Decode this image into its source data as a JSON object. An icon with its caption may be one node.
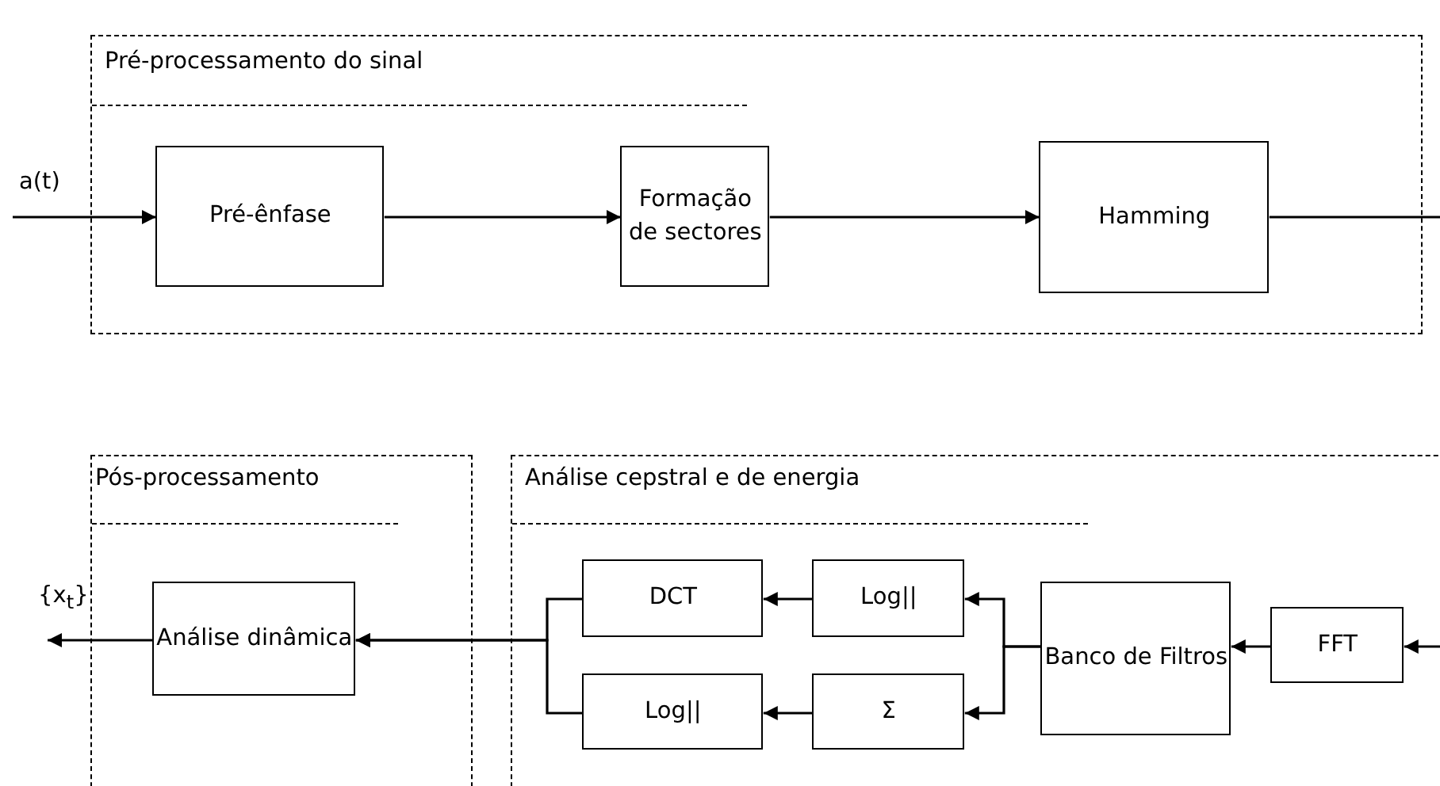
{
  "diagram": {
    "nodes": [
      {
        "text": [
          "Pré-processamento do sinal"
        ]
      },
      {
        "text": [
          "Pré-ênfase"
        ],
        "in": 0
      },
      {
        "text": [
          "Formação de sectores"
        ],
        "in": 0
      },
      {
        "text": [
          "Hamming"
        ],
        "in": 0
      },
      {
        "text": [
          "Pós-processamento"
        ]
      },
      {
        "text": [
          "Análise dinâmica"
        ],
        "in": 4
      },
      {
        "text": [
          "Análise cepstral e de energia"
        ]
      },
      {
        "text": [
          "DCT"
        ],
        "in": 6
      },
      {
        "text": [
          "Log||"
        ],
        "in": 6
      },
      {
        "text": [
          "Log||"
        ],
        "in": 6
      },
      {
        "text": [
          "Σ"
        ],
        "in": 6
      },
      {
        "text": [
          "Banco de Filtros"
        ],
        "in": 6
      },
      {
        "text": [
          "FFT"
        ],
        "in": 6
      }
    ],
    "edges": [
      {
        "from": null,
        "to": 1,
        "arrow": "to",
        "label": "a(t)"
      },
      {
        "from": 1,
        "to": 2,
        "arrow": "to"
      },
      {
        "from": 2,
        "to": 3,
        "arrow": "to"
      },
      {
        "from": 3,
        "to": null,
        "arrow": "none"
      },
      {
        "from": null,
        "to": 12,
        "arrow": "to"
      },
      {
        "from": 12,
        "to": 11,
        "arrow": "to"
      },
      {
        "from": 11,
        "to": 8,
        "arrow": "to"
      },
      {
        "from": 11,
        "to": 10,
        "arrow": "to"
      },
      {
        "from": 8,
        "to": 7,
        "arrow": "to"
      },
      {
        "from": 10,
        "to": 9,
        "arrow": "to"
      },
      {
        "from": 7,
        "to": 5,
        "arrow": "to"
      },
      {
        "from": 9,
        "to": 5,
        "arrow": "to"
      },
      {
        "from": 5,
        "to": null,
        "arrow": "to",
        "label": "{x$_{t}$}"
      }
    ]
  }
}
